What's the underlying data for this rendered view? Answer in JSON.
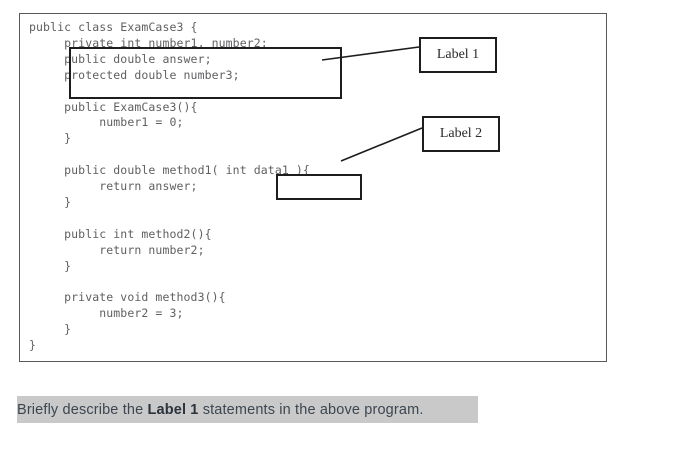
{
  "figure": {
    "name": "java-class-code-figure",
    "code_lines": [
      "public class ExamCase3 {",
      "     private int number1, number2;",
      "     public double answer;",
      "     protected double number3;",
      "",
      "     public ExamCase3(){",
      "          number1 = 0;",
      "     }",
      "",
      "     public double method1( int data1 ){",
      "          return answer;",
      "     }",
      "",
      "     public int method2(){",
      "          return number2;",
      "     }",
      "",
      "     private void method3(){",
      "          number2 = 3;",
      "     }",
      "}"
    ],
    "code_text": "public class ExamCase3 {\n     private int number1, number2;\n     public double answer;\n     protected double number3;\n\n     public ExamCase3(){\n          number1 = 0;\n     }\n\n     public double method1( int data1 ){\n          return answer;\n     }\n\n     public int method2(){\n          return number2;\n     }\n\n     private void method3(){\n          number2 = 3;\n     }\n}",
    "callouts": [
      {
        "id": "fields-box",
        "target_text": "private int number1, number2; public double answer; protected double number3;",
        "label": "Label 1"
      },
      {
        "id": "param-box",
        "target_text": "int data1",
        "label": "Label 2"
      }
    ],
    "labels": {
      "label_1": "Label 1",
      "label_2": "Label 2"
    },
    "colors": {
      "code_text": "#5f6062",
      "figure_border": "#5a5a5a",
      "callout_border": "#1d1d1d",
      "label_border": "#1d1d1d",
      "background": "#ffffff"
    }
  },
  "question": {
    "prefix": "Briefly describe the ",
    "bold_term": "Label 1",
    "suffix": " statements in the above program.",
    "full_text": "Briefly describe the Label 1 statements in the above program.",
    "highlight_color": "#c9c9c9",
    "text_color": "#3c4651"
  }
}
